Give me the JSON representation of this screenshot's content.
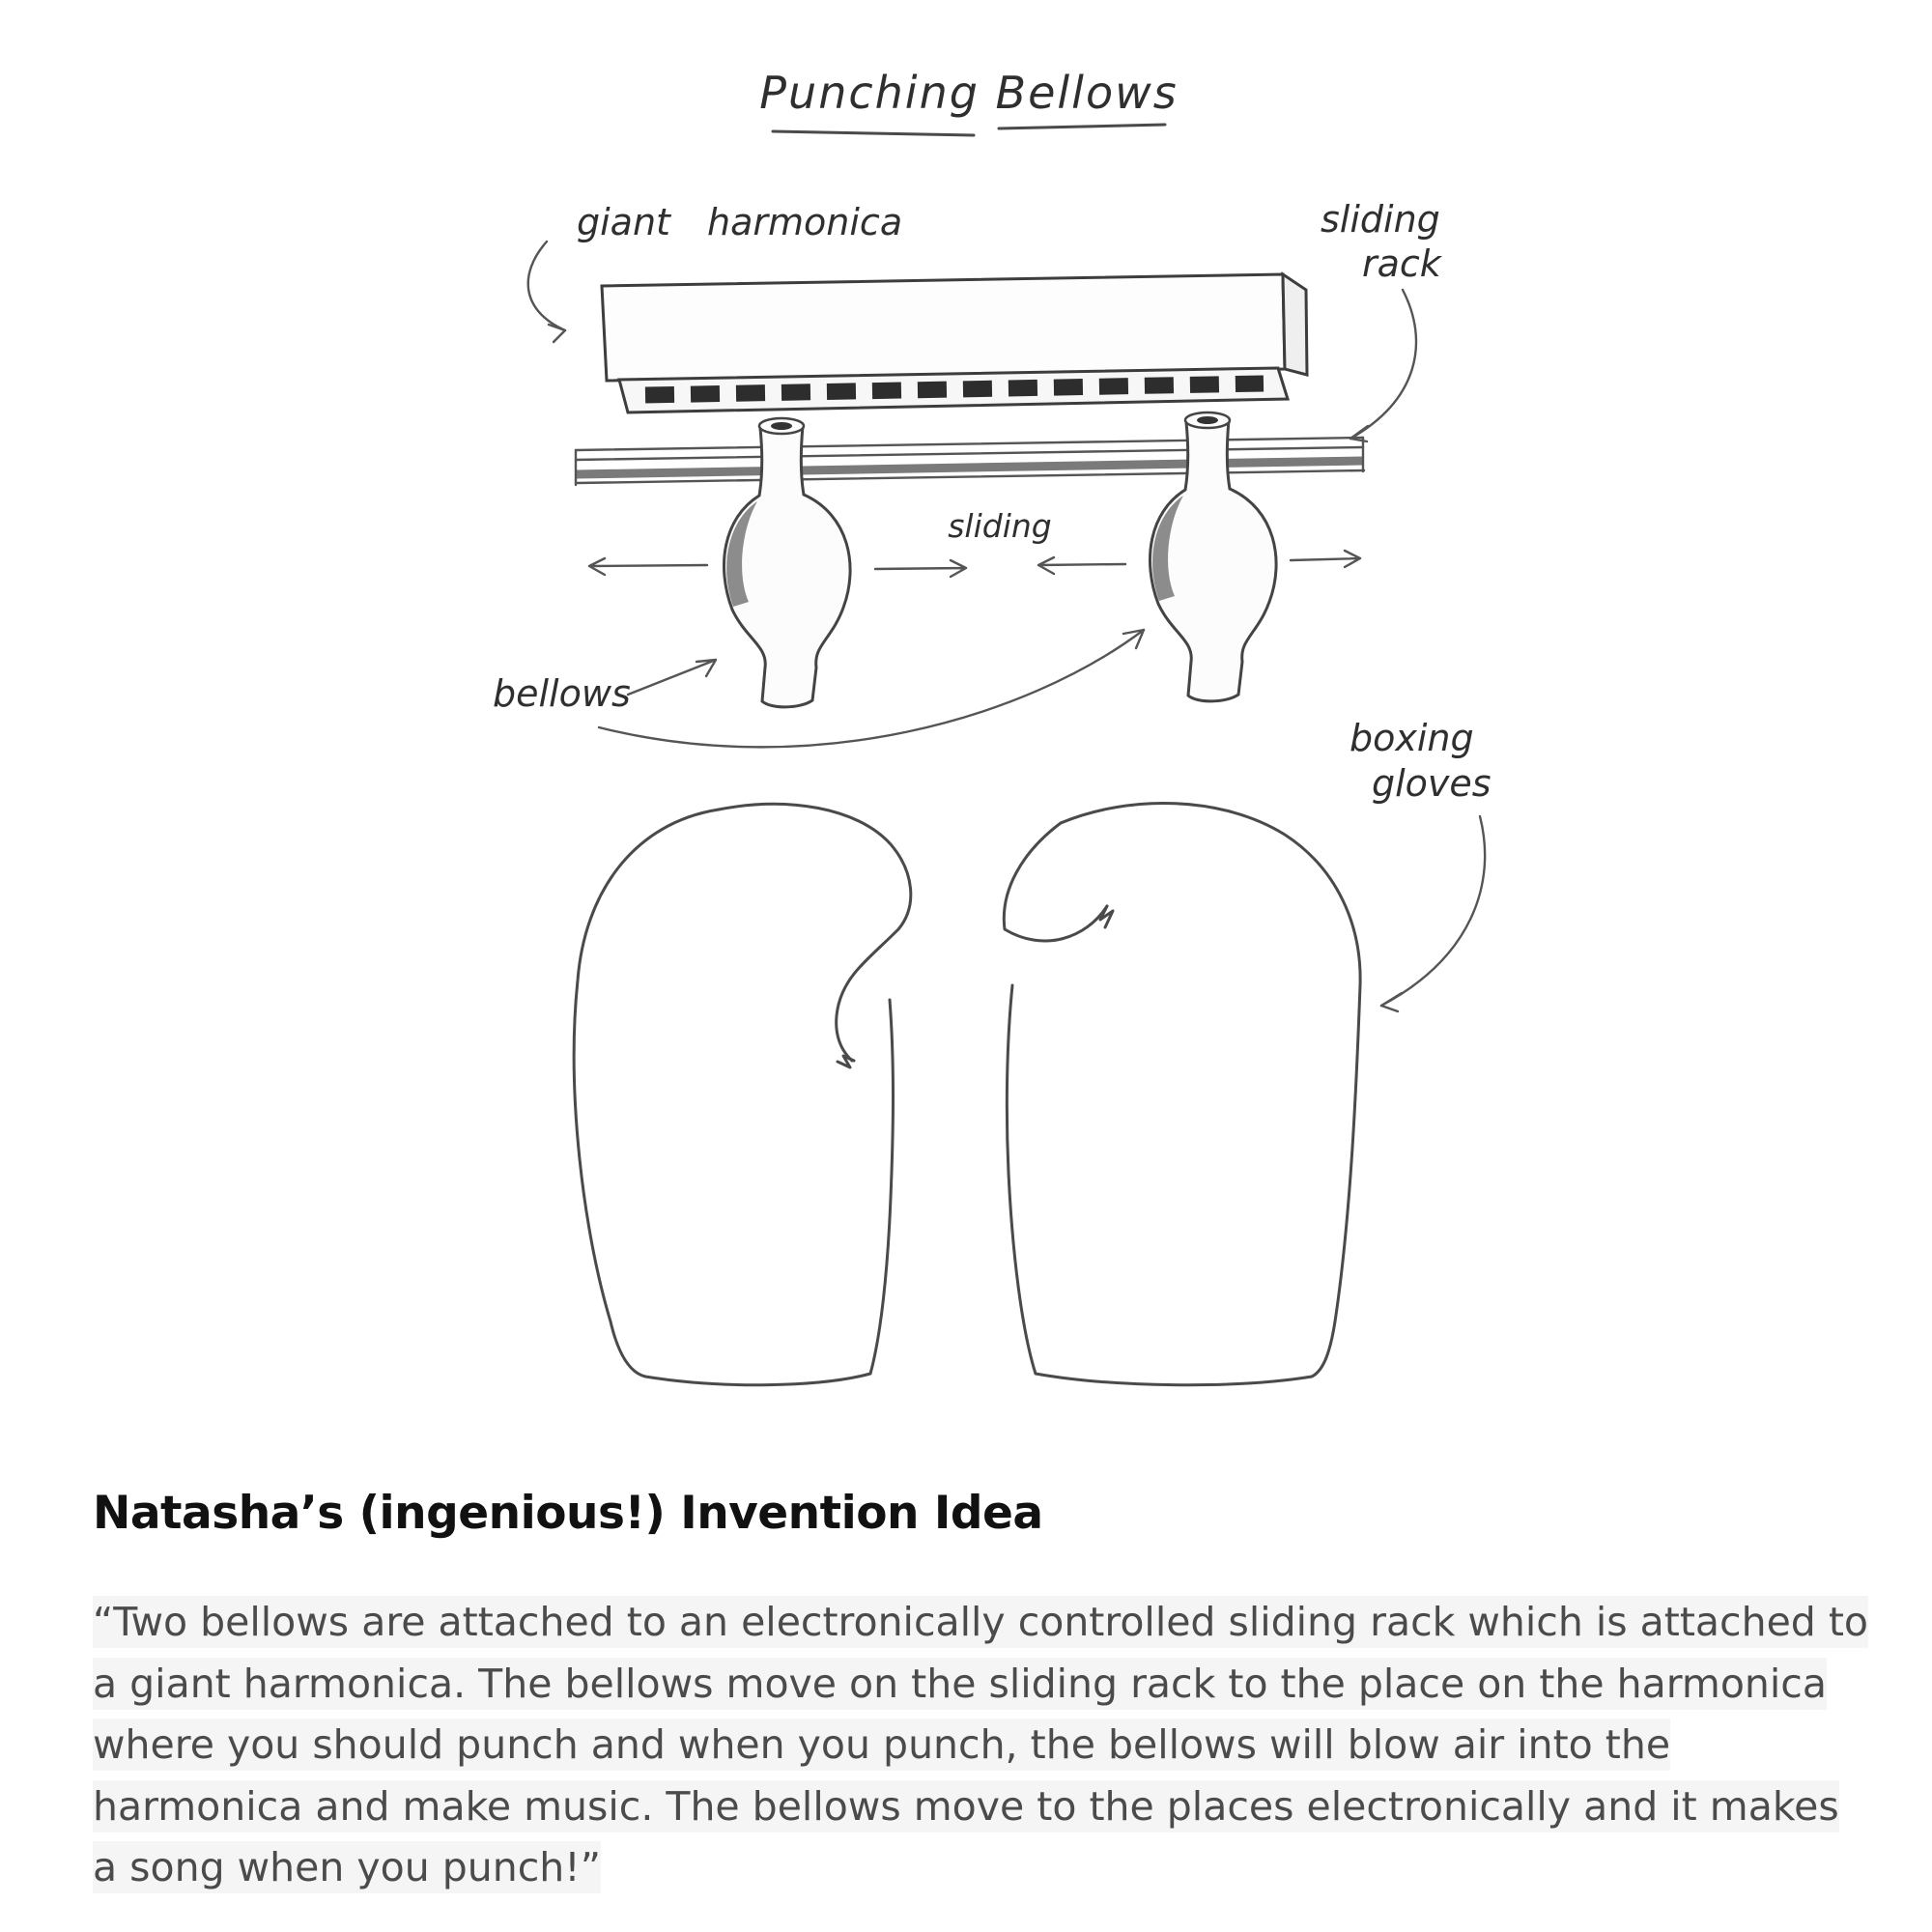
{
  "sketch": {
    "title": "Punching Bellows",
    "labels": {
      "giant_harmonica": "giant harmonica",
      "sliding_rack_line1": "sliding",
      "sliding_rack_line2": "rack",
      "sliding": "sliding",
      "bellows": "bellows",
      "boxing_gloves_line1": "boxing",
      "boxing_gloves_line2": "gloves"
    }
  },
  "article": {
    "heading": "Natasha’s (ingenious!) Invention Idea",
    "quote": "“Two bellows are attached to an electronically controlled sliding rack which is attached to a giant harmonica. The bellows move on the sliding rack to the place on the harmonica where you should punch and when you punch, the bellows will blow air into the harmonica and make music. The bellows move to the places electronically and it makes a song when you punch!”"
  },
  "colors": {
    "ink": "#2f2f2f",
    "pencil": "#4a4a4a",
    "shading": "#8c8c8c",
    "heading_text": "#111111",
    "body_text": "#4b4b4b",
    "quote_highlight": "#f5f5f5"
  }
}
